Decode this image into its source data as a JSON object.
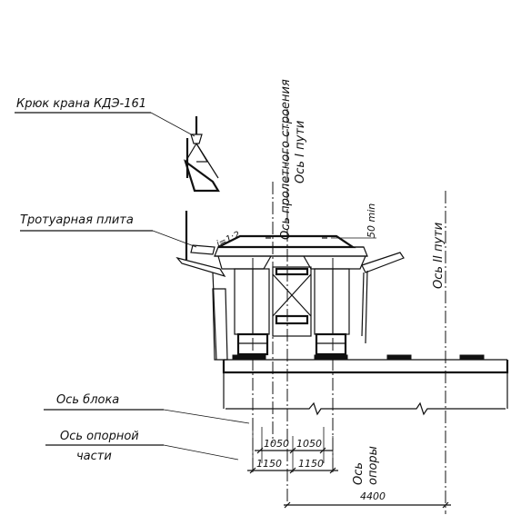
{
  "labels": {
    "crane_hook": "Крюк крана КДЭ-161",
    "sidewalk_slab": "Тротуарная плита",
    "span_axis": "Ось пролетного строения",
    "track1_axis": "Ось I пути",
    "track2_axis": "Ось II пути",
    "dim_50": "50 min",
    "slope": "i=1:2",
    "block_axis": "Ось блока",
    "bearing_axis_line1": "Ось опорной",
    "bearing_axis_line2": "части",
    "pier_axis_line1": "Ось",
    "pier_axis_line2": "опоры"
  },
  "dimensions": {
    "d1050_left": "1050",
    "d1050_right": "1050",
    "d1150_left": "1150",
    "d1150_right": "1150",
    "d4400": "4400"
  }
}
